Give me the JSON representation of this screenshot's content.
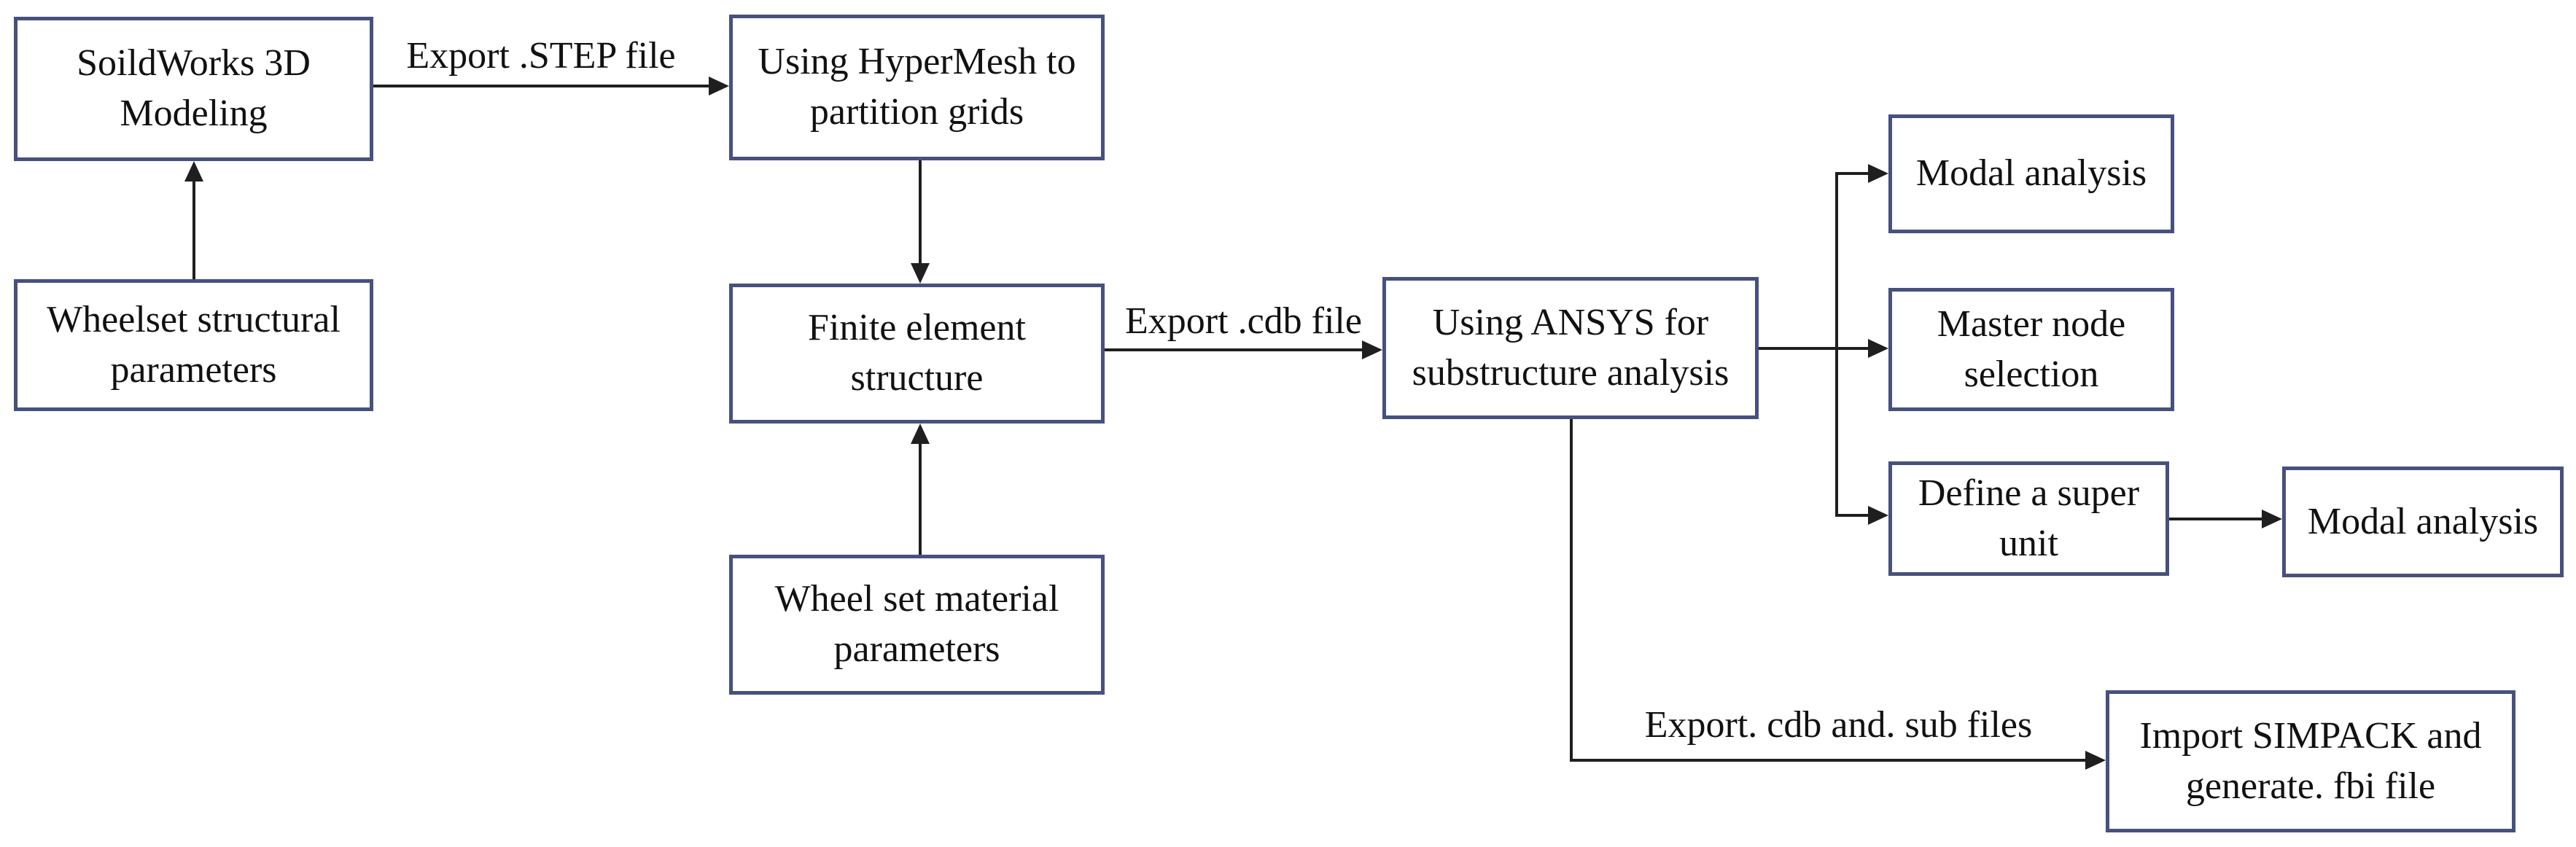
{
  "diagram": {
    "nodes": {
      "solidworks": {
        "label": "SoildWorks 3D\nModeling"
      },
      "wheelset_structural": {
        "label": "Wheelset structural\nparameters"
      },
      "hypermesh": {
        "label": "Using HyperMesh to\npartition grids"
      },
      "finite_element": {
        "label": "Finite element\nstructure"
      },
      "wheelset_material": {
        "label": "Wheel set material\nparameters"
      },
      "ansys": {
        "label": "Using ANSYS for\nsubstructure analysis"
      },
      "modal_analysis_top": {
        "label": "Modal analysis"
      },
      "master_node_selection": {
        "label": "Master node\nselection"
      },
      "define_super_unit": {
        "label": "Define a super\nunit"
      },
      "modal_analysis_right": {
        "label": "Modal analysis"
      },
      "import_simpack": {
        "label": "Import SIMPACK and\ngenerate. fbi file"
      }
    },
    "edge_labels": {
      "step_file": "Export .STEP file",
      "cdb_file": "Export .cdb file",
      "cdb_sub_files": "Export. cdb and. sub files"
    },
    "colors": {
      "box_border": "#46517e",
      "connector": "#1f1f1f",
      "text": "#111111",
      "background": "#ffffff"
    }
  }
}
